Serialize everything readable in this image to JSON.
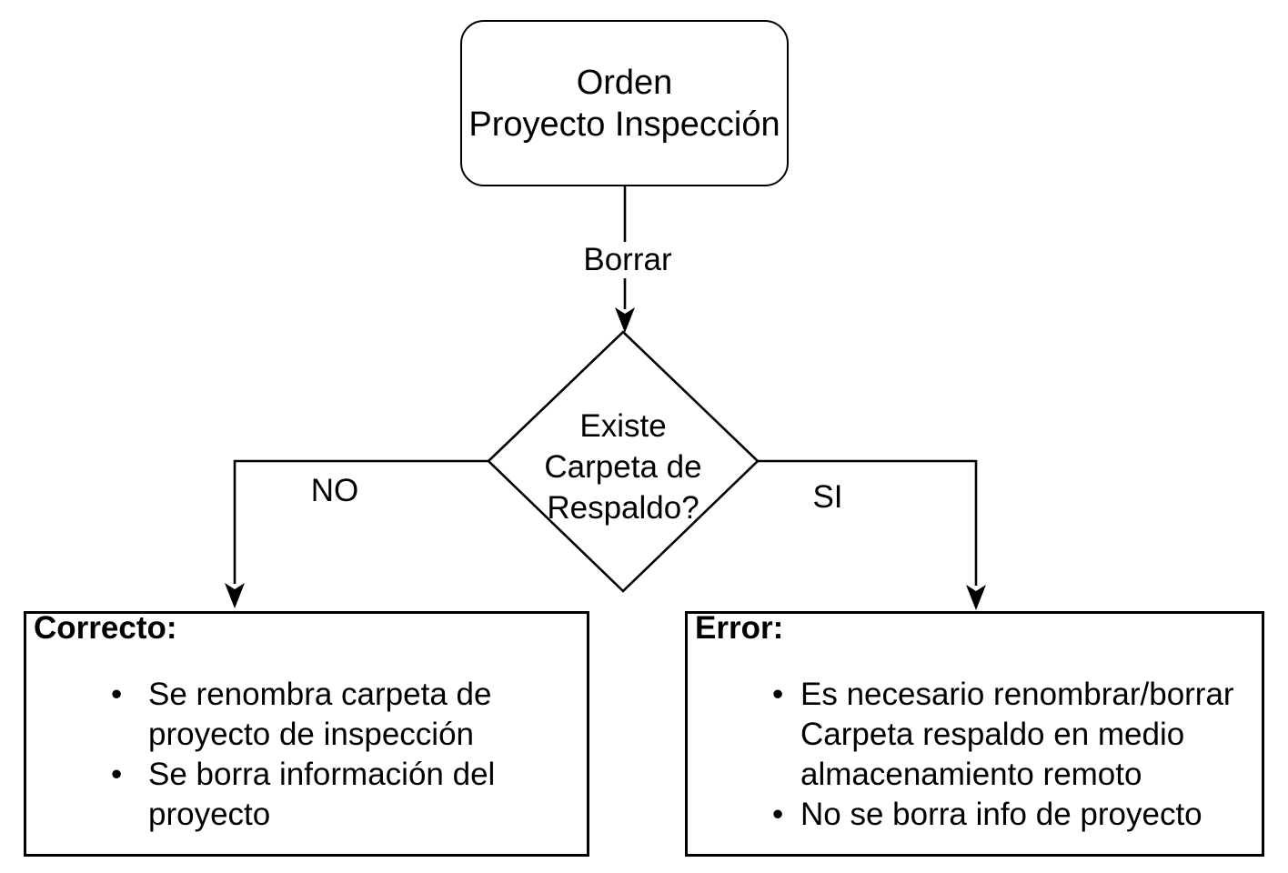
{
  "nodes": {
    "start": {
      "lines": [
        "Orden",
        "Proyecto Inspección"
      ]
    },
    "decision": {
      "lines": [
        "Existe",
        "Carpeta de",
        "Respaldo?"
      ]
    },
    "correcto": {
      "title": "Correcto:",
      "bullets": [
        "Se renombra carpeta de proyecto de inspección",
        "Se borra información del proyecto"
      ]
    },
    "error": {
      "title": "Error:",
      "bullets": [
        "Es necesario renombrar/borrar Carpeta respaldo en medio almacenamiento remoto",
        "No se borra info de proyecto"
      ]
    }
  },
  "edges": {
    "borrar_label": "Borrar",
    "no_label": "NO",
    "si_label": "SI"
  },
  "colors": {
    "stroke": "#000000",
    "node_fill": "#ffffff",
    "background": "#ffffff"
  }
}
